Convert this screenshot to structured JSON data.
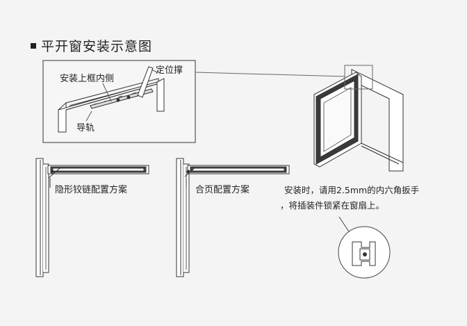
{
  "title": "平开窗安装示意图",
  "detail_labels": {
    "inner_side": "安装上框内侧",
    "stay": "定位撑",
    "guide": "导轨"
  },
  "schemes": {
    "hidden_hinge": "隐形铰链配置方案",
    "butt_hinge": "合页配置方案"
  },
  "install_note": {
    "line1": "安装时，请用2.5mm的内六角扳手",
    "line2": "，将插装件锁紧在窗扇上。"
  },
  "colors": {
    "line": "#333333",
    "background": "#f4f4f4",
    "frame_dark": "#2a2a2a"
  }
}
